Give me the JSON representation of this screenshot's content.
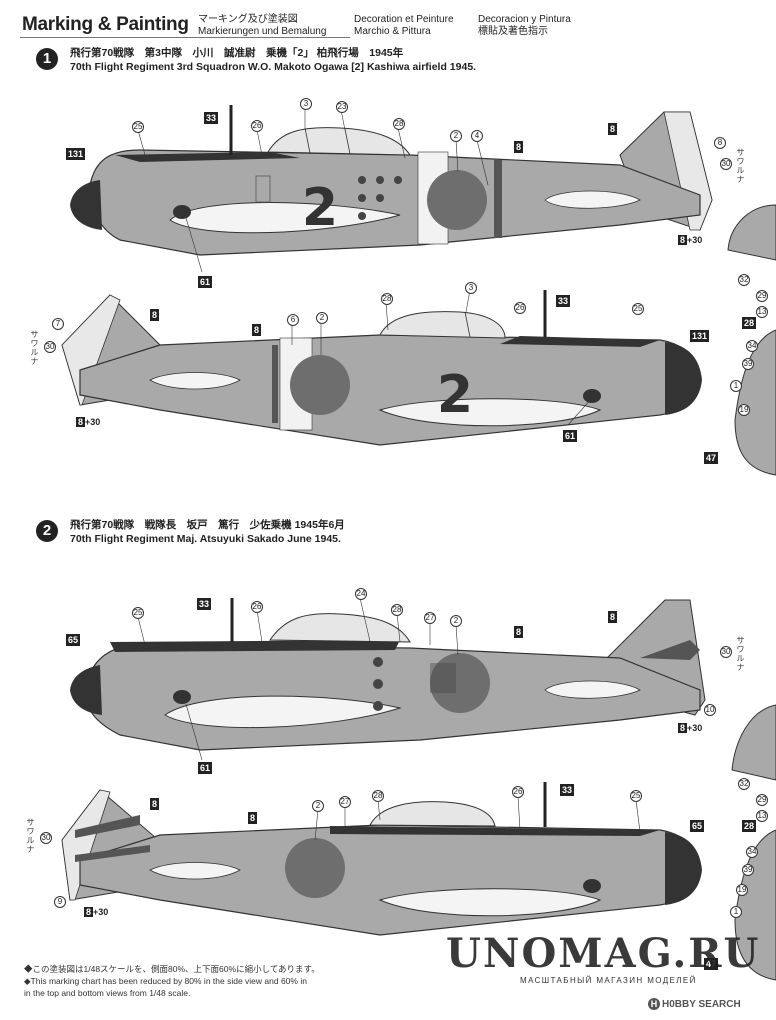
{
  "header": {
    "title": "Marking & Painting",
    "jp_line1": "マーキング及び塗装図",
    "jp_line2": "Markierungen und Bemalung",
    "fr_line1": "Decoration et Peinture",
    "fr_line2": "Marchio & Pittura",
    "es_line1": "Decoracion y Pintura",
    "es_line2": "標貼及著色指示"
  },
  "sections": [
    {
      "number": "1",
      "caption_jp": "飛行第70戦隊　第3中隊　小川　誠准尉　乗機「2」 柏飛行場　1945年",
      "caption_en": "70th Flight Regiment 3rd Squadron W.O. Makoto Ogawa [2] Kashiwa airfield  1945.",
      "aircraft_number": "2"
    },
    {
      "number": "2",
      "caption_jp": "飛行第70戦隊　戦隊長　坂戸　篤行　少佐乗機 1945年6月",
      "caption_en": "70th Flight Regiment Maj. Atsuyuki Sakado June 1945."
    }
  ],
  "labels": {
    "saw_runa": "サワルナ",
    "code_131": "131",
    "code_33": "33",
    "code_8": "8",
    "code_61": "61",
    "code_65": "65",
    "code_47": "47",
    "code_8_30": "8",
    "plus_30": "+30"
  },
  "callouts": [
    "25",
    "3",
    "23",
    "26",
    "28",
    "2",
    "4",
    "8",
    "30",
    "6",
    "7",
    "24",
    "27",
    "9",
    "10",
    "32",
    "29",
    "13",
    "34",
    "39",
    "1",
    "19"
  ],
  "notes": {
    "line1": "◆この塗装図は1/48スケールを、側面80%、上下面60%に縮小してあります。",
    "line2": "◆This marking chart has been reduced by 80% in the side view and 60% in",
    "line3": "in the top and bottom views from 1/48 scale."
  },
  "watermark": {
    "main": "UNOMAG.RU",
    "sub": "МАСШТАБНЫЙ МАГАЗИН МОДЕЛЕЙ"
  },
  "brand": {
    "logo": "H",
    "text": "H0BBY SEARCH"
  },
  "colors": {
    "body_gray": "#a9a9a9",
    "dark_green": "#333333",
    "hinomaru": "#6e6e6e",
    "band_white": "#f2f2f2"
  }
}
